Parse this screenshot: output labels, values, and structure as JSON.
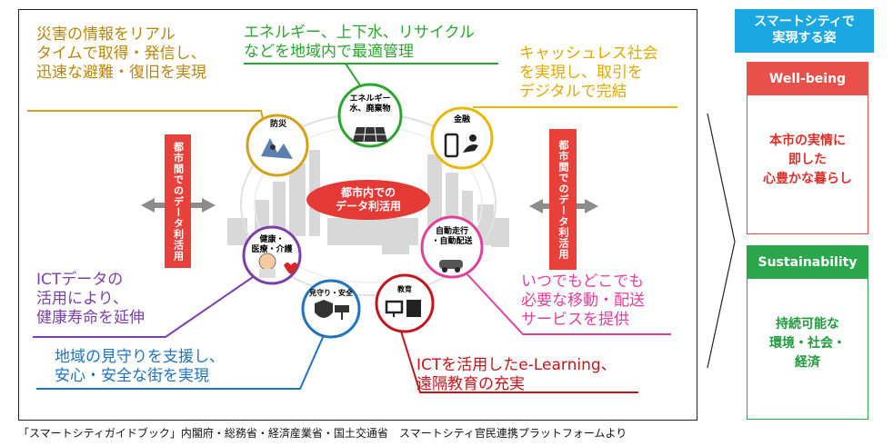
{
  "diagram": {
    "center_label": "都市内での\nデータ利活用",
    "left_banner": "都市間でのデータ利活用",
    "right_banner": "都市間でのデータ利活用",
    "nodes": {
      "bousai": "防災",
      "energy": "エネルギー\n水、廃棄物",
      "finance": "金融",
      "health": "健康・\n医療・介護",
      "mimamori": "見守り・安全",
      "education": "教育",
      "mobility": "自動走行\n・自動配送"
    },
    "annotations": {
      "bousai": "災害の情報をリアル\nタイムで取得・発信し、\n迅速な避難・復旧を実現",
      "energy": "エネルギー、上下水、リサイクル\nなどを地域内で最適管理",
      "finance": "キャッシュレス社会\nを実現し、取引を\nデジタルで完結",
      "health": "ICTデータの\n活用により、\n健康寿命を延伸",
      "mimamori": "地域の見守りを支援し、\n安心・安全な街を実現",
      "education": "ICTを活用したe-Learning、\n遠隔教育の充実",
      "mobility": "いつでもどこでも\n必要な移動・配送\nサービスを提供"
    },
    "colors": {
      "bousai": "#d4a017",
      "energy": "#2aa52f",
      "finance": "#e8b800",
      "health": "#7b3fa8",
      "mimamori": "#1e73be",
      "education": "#c0161c",
      "mobility": "#e0409a",
      "banner": "#e8413b"
    },
    "icons": {
      "bousai": "disaster-icon",
      "energy": "solar-panel-icon",
      "finance": "smartphone-payment-icon",
      "health": "doctor-heart-icon",
      "mimamori": "shield-camera-icon",
      "education": "computer-school-icon",
      "mobility": "car-icon"
    }
  },
  "caption": "「スマートシティガイドブック」内閣府・総務省・経済産業省・国土交通省　スマートシティ官民連携プラットフォームより",
  "right": {
    "header": "スマートシティで\n実現する姿",
    "wellbeing": {
      "title": "Well-being",
      "body": "本市の実情に\n即した\n心豊かな暮らし",
      "color": "#e8504a"
    },
    "sustainability": {
      "title": "Sustainability",
      "body": "持続可能な\n環境・社会・\n経済",
      "color": "#2aa74a"
    }
  }
}
